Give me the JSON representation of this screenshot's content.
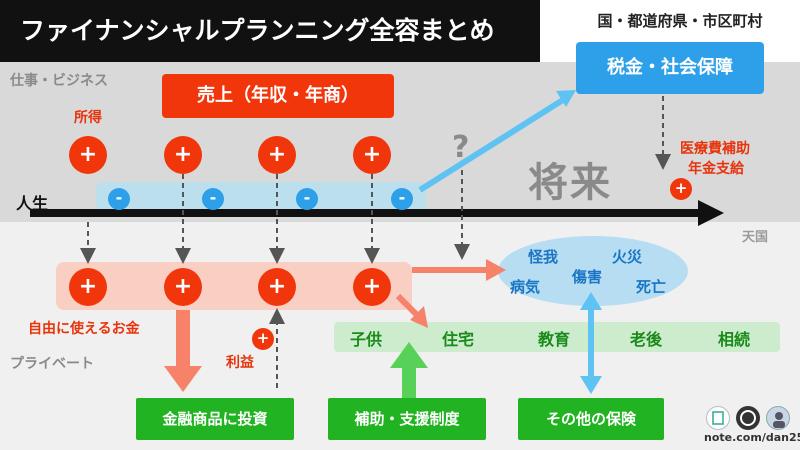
{
  "header": {
    "title": "ファイナンシャルプランニング全容まとめ"
  },
  "gov": {
    "label": "国・都道府県・市区町村",
    "tax_box": "税金・社会保障"
  },
  "sections": {
    "work": "仕事・ビジネス",
    "private": "プライベート"
  },
  "income": {
    "sales_box": "売上（年収・年商）",
    "income_label": "所得",
    "plus_symbol": "+",
    "minus_symbol": "-"
  },
  "future": {
    "label": "将来",
    "question": "?"
  },
  "gov_benefits": {
    "line1": "医療費補助",
    "line2": "年金支給"
  },
  "timeline": {
    "life": "人生",
    "heaven": "天国"
  },
  "private": {
    "free_money": "自由に使えるお金",
    "profit": "利益"
  },
  "life_events": [
    "子供",
    "住宅",
    "教育",
    "老後",
    "相続"
  ],
  "risks": {
    "injury": "怪我",
    "fire": "火災",
    "illness": "病気",
    "disability": "傷害",
    "death": "死亡"
  },
  "actions": {
    "invest": "金融商品に投資",
    "subsidy": "補助・支援制度",
    "insurance": "その他の保険"
  },
  "footer": {
    "url": "note.com/dan25"
  },
  "colors": {
    "red": "#f2360c",
    "blue": "#2ea0ea",
    "green": "#21b321",
    "title_bg": "#111111"
  }
}
